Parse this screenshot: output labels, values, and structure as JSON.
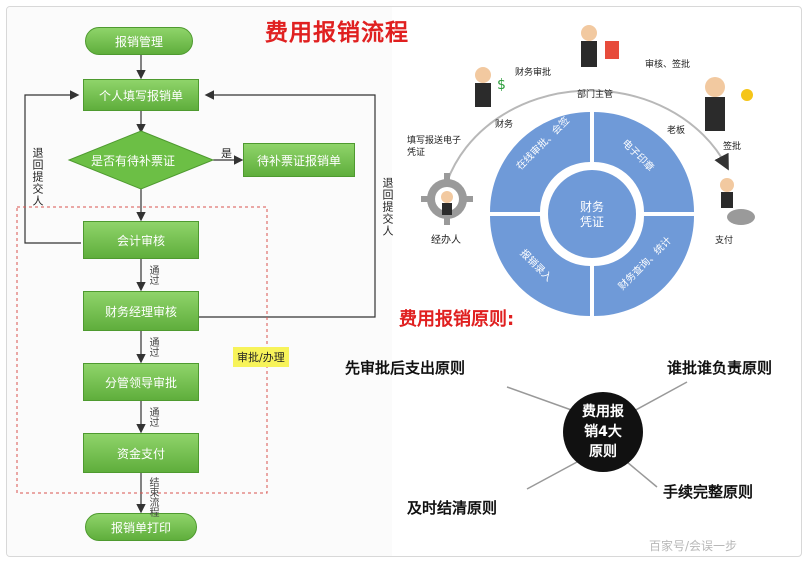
{
  "title": "费用报销流程",
  "flow": {
    "start": "报销管理",
    "fill": "个人填写报销单",
    "decision": "是否有待补票证",
    "yes_label": "是",
    "supplement": "待补票证报销单",
    "accounting": "会计审核",
    "finance_mgr": "财务经理审核",
    "division_head": "分管领导审批",
    "payment": "资金支付",
    "print": "报销单打印",
    "return_left": "退回提交人",
    "return_right": "退回提交人",
    "pass1": "通过",
    "pass2": "通过",
    "pass3": "通过",
    "settle": "结束流程",
    "approve_tag": "审批/办理"
  },
  "cycle": {
    "center": "财务凭证",
    "segments": [
      "在线审批、会签",
      "电子印章",
      "财务查询、统计",
      "报销录入"
    ],
    "roles": {
      "handler": "经办人",
      "finance": "财务",
      "dept_head": "部门主管",
      "boss": "老板",
      "pay": "支付"
    },
    "steps": {
      "submit": "填写报送电子凭证",
      "finance_review": "财务审批",
      "review_sign": "审核、签批",
      "sign": "签批"
    }
  },
  "principles": {
    "heading": "费用报销原则:",
    "hub_line1": "费用报",
    "hub_line2": "销4大",
    "hub_line3": "原则",
    "items": [
      "先审批后支出原则",
      "谁批谁负责原则",
      "手续完整原则",
      "及时结清原则"
    ]
  },
  "watermark": "百家号/会误一步",
  "colors": {
    "green": "#6cbf45",
    "blue": "#6f9ad8",
    "red": "#e02020"
  }
}
